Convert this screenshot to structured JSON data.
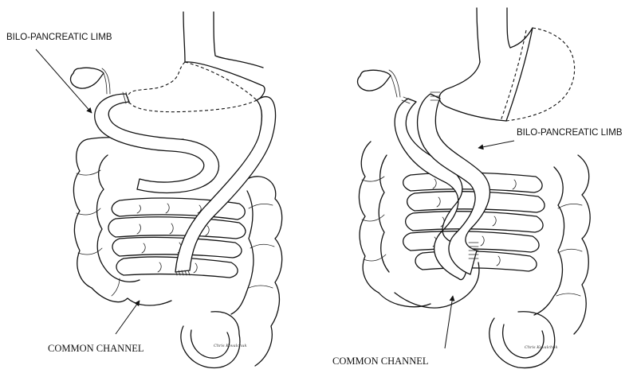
{
  "panels": [
    {
      "labels": {
        "limb": "BILO-PANCREATIC LIMB",
        "channel": "COMMON CHANNEL"
      },
      "signature": "Chris Kovalchuk"
    },
    {
      "labels": {
        "limb": "BILO-PANCREATIC LIMB",
        "channel": "COMMON CHANNEL"
      },
      "signature": "Chris Kovalchuk"
    }
  ]
}
